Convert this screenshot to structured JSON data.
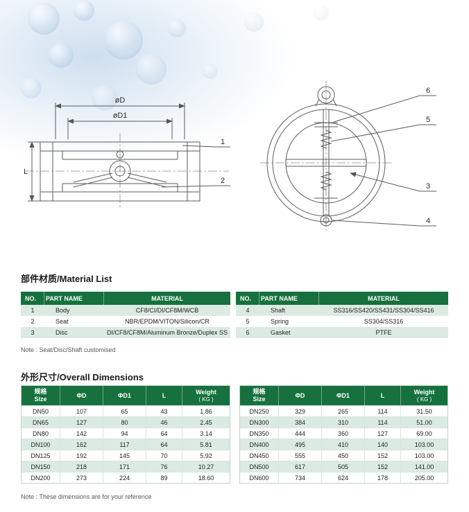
{
  "sections": {
    "material_title": "部件材质/Material List",
    "material_note": "Note : Seat/Disc/Shaft customised",
    "dimensions_title": "外形尺寸/Overall Dimensions",
    "dimensions_note": "Note : These dimensions are for your reference"
  },
  "drawings": {
    "side": {
      "dim_d": "øD",
      "dim_d1": "øD1",
      "dim_l": "L",
      "callout_1": "1",
      "callout_2": "2"
    },
    "front": {
      "callout_3": "3",
      "callout_4": "4",
      "callout_5": "5",
      "callout_6": "6"
    }
  },
  "material_tables": [
    {
      "headers": [
        "NO.",
        "PART NAME",
        "MATERIAL"
      ],
      "rows": [
        [
          "1",
          "Body",
          "CF8/CI/DI/CF8M/WCB"
        ],
        [
          "2",
          "Seat",
          "NBR/EPDM/VITON/Silicon/CR"
        ],
        [
          "3",
          "Disc",
          "DI/CF8/CF8M/Aluminum Bronze/Duplex SS"
        ]
      ]
    },
    {
      "headers": [
        "NO.",
        "PART NAME",
        "MATERIAL"
      ],
      "rows": [
        [
          "4",
          "Shaft",
          "SS316/SS420/SS431/SS304/SS416"
        ],
        [
          "5",
          "Spring",
          "SS304/SS316"
        ],
        [
          "6",
          "Gasket",
          "PTFE"
        ]
      ]
    }
  ],
  "dimension_tables": [
    {
      "headers": {
        "size_cn": "规格",
        "size_en": "Size",
        "d": "ΦD",
        "d1": "ΦD1",
        "l": "L",
        "weight": "Weight",
        "weight_unit": "( KG )"
      },
      "rows": [
        [
          "DN50",
          "107",
          "65",
          "43",
          "1.86"
        ],
        [
          "DN65",
          "127",
          "80",
          "46",
          "2.45"
        ],
        [
          "DN80",
          "142",
          "94",
          "64",
          "3.14"
        ],
        [
          "DN100",
          "162",
          "117",
          "64",
          "5.81"
        ],
        [
          "DN125",
          "192",
          "145",
          "70",
          "5.92"
        ],
        [
          "DN150",
          "218",
          "171",
          "76",
          "10.27"
        ],
        [
          "DN200",
          "273",
          "224",
          "89",
          "18.60"
        ]
      ]
    },
    {
      "headers": {
        "size_cn": "规格",
        "size_en": "Size",
        "d": "ΦD",
        "d1": "ΦD1",
        "l": "L",
        "weight": "Weight",
        "weight_unit": "( KG )"
      },
      "rows": [
        [
          "DN250",
          "329",
          "265",
          "114",
          "31.50"
        ],
        [
          "DN300",
          "384",
          "310",
          "114",
          "51.00"
        ],
        [
          "DN350",
          "444",
          "360",
          "127",
          "69.00"
        ],
        [
          "DN400",
          "495",
          "410",
          "140",
          "103.00"
        ],
        [
          "DN450",
          "555",
          "450",
          "152",
          "103.00"
        ],
        [
          "DN500",
          "617",
          "505",
          "152",
          "141.00"
        ],
        [
          "DN600",
          "734",
          "624",
          "178",
          "205.00"
        ]
      ]
    }
  ],
  "colors": {
    "header_green": "#16713f",
    "row_green": "#dcebe2"
  }
}
